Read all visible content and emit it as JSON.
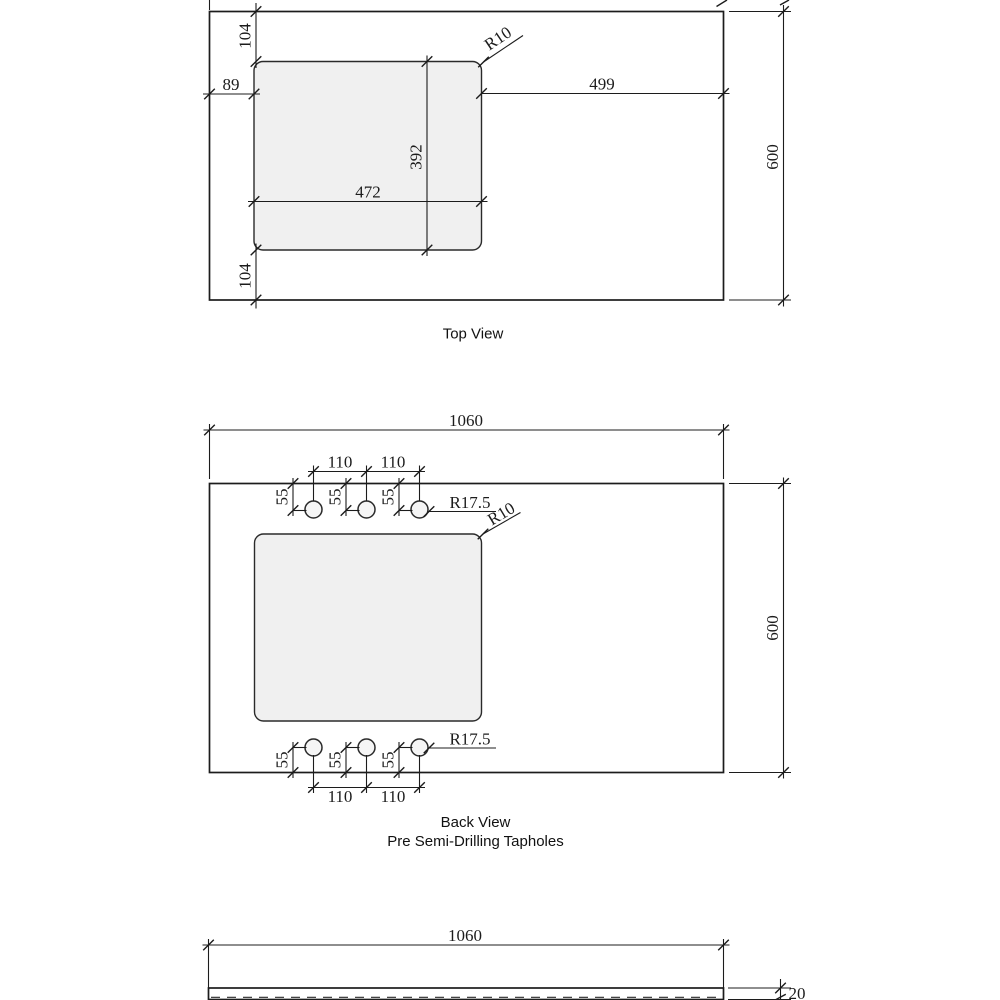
{
  "drawing": {
    "background_color": "#ffffff",
    "line_color": "#1c1c1c",
    "cutout_fill_color": "#f0f0f0"
  },
  "top_view": {
    "label": "Top View",
    "dims": {
      "offset_top": "104",
      "offset_left": "89",
      "corner_radius": "R10",
      "cutout_to_right_edge": "499",
      "cutout_height": "392",
      "cutout_width": "472",
      "offset_bottom": "104",
      "depth": "600"
    }
  },
  "back_view": {
    "label": "Back View",
    "sublabel": "Pre Semi-Drilling Tapholes",
    "dims": {
      "width": "1060",
      "depth": "600",
      "corner_radius": "R10",
      "taphole_radius": "R17.5",
      "taphole_spacing": "110",
      "taphole_edge_offset": "55"
    }
  },
  "front_view": {
    "dims": {
      "width": "1060",
      "thickness": "20"
    }
  }
}
